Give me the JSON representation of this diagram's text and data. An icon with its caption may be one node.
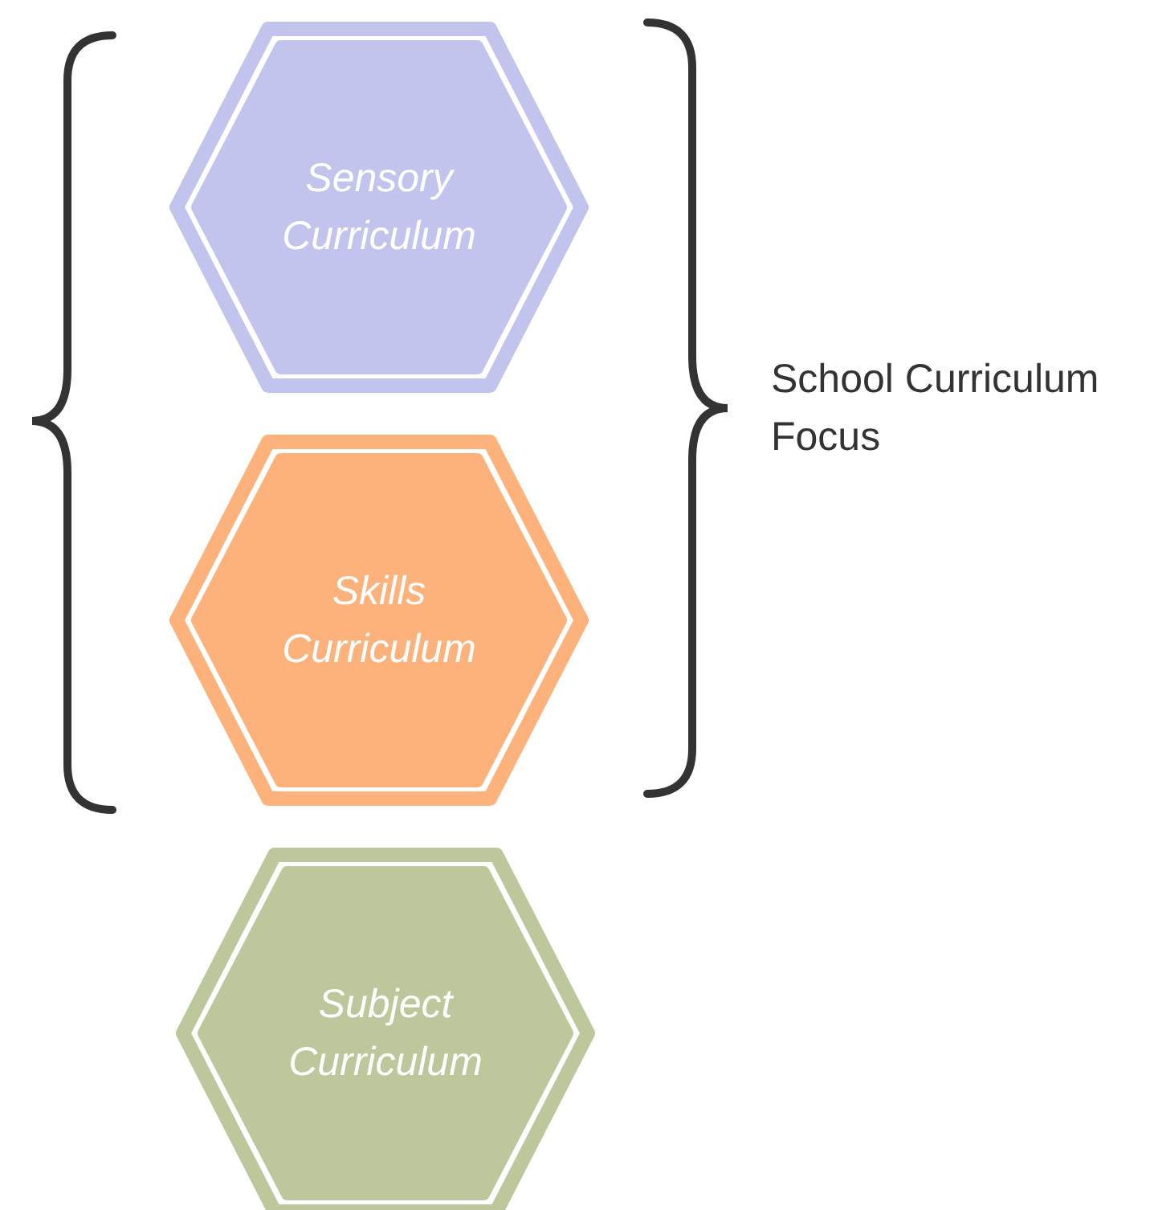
{
  "diagram": {
    "nodes": [
      {
        "text": [
          "Sensory Curriculum"
        ]
      },
      {
        "text": [
          "Skills Curriculum"
        ]
      },
      {
        "text": [
          "Subject Curriculum"
        ]
      }
    ],
    "labels": [
      "School Curriculum Focus"
    ]
  }
}
